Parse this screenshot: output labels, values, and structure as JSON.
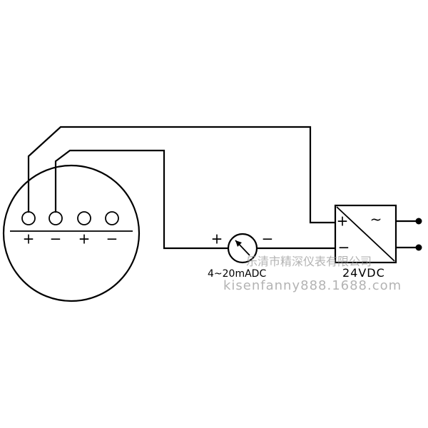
{
  "diagram": {
    "transmitter": {
      "terminal_marks": [
        "+",
        "−",
        "+",
        "−"
      ]
    },
    "meter": {
      "plus_mark": "+",
      "minus_mark": "−",
      "label": "4~20mADC"
    },
    "power_supply": {
      "plus_mark": "+",
      "minus_mark": "−",
      "ac_symbol": "~",
      "label": "24VDC"
    },
    "watermark": {
      "line1": "乐清市精深仪表有限公司",
      "line2": "kisenfanny888.1688.com"
    },
    "colors": {
      "ink": "#000000",
      "watermark": "#9a9a9a",
      "background": "#ffffff"
    }
  }
}
